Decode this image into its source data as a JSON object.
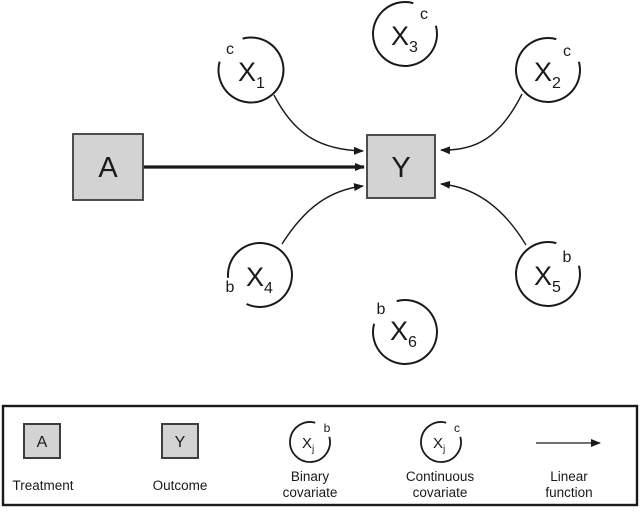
{
  "diagram": {
    "treatment": {
      "label": "A"
    },
    "outcome": {
      "label": "Y"
    },
    "covariates": [
      {
        "id": "X1",
        "main": "X",
        "sub": "1",
        "sup": "c",
        "type": "continuous"
      },
      {
        "id": "X2",
        "main": "X",
        "sub": "2",
        "sup": "c",
        "type": "continuous"
      },
      {
        "id": "X3",
        "main": "X",
        "sub": "3",
        "sup": "c",
        "type": "continuous"
      },
      {
        "id": "X4",
        "main": "X",
        "sub": "4",
        "sup": "b",
        "type": "binary"
      },
      {
        "id": "X5",
        "main": "X",
        "sub": "5",
        "sup": "b",
        "type": "binary"
      },
      {
        "id": "X6",
        "main": "X",
        "sub": "6",
        "sup": "b",
        "type": "binary"
      }
    ],
    "edges": [
      "A→Y",
      "X1→Y",
      "X2→Y",
      "X4→Y",
      "X5→Y"
    ]
  },
  "legend": {
    "treatment": {
      "symbol": "A",
      "label": "Treatment"
    },
    "outcome": {
      "symbol": "Y",
      "label": "Outcome"
    },
    "binary": {
      "symbol_main": "X",
      "symbol_sub": "j",
      "sup": "b",
      "label_line1": "Binary",
      "label_line2": "covariate"
    },
    "continuous": {
      "symbol_main": "X",
      "symbol_sub": "j",
      "sup": "c",
      "label_line1": "Continuous",
      "label_line2": "covariate"
    },
    "linear": {
      "label_line1": "Linear",
      "label_line2": "function"
    }
  },
  "colors": {
    "node_fill": "#d3d3d3",
    "node_border": "#3d3d3d",
    "line": "#1a1a1a",
    "background": "#ffffff"
  }
}
